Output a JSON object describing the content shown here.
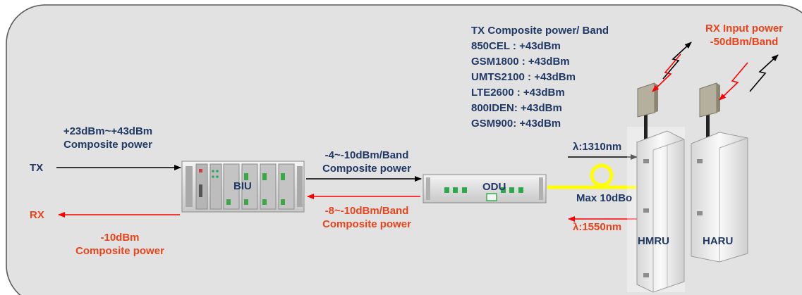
{
  "colors": {
    "background": "#e2e2e2",
    "blue_text": "#1f3864",
    "red_text": "#e8431a",
    "fiber": "#ffff00",
    "tx_arrow": "#000000",
    "rx_arrow": "#ff0000"
  },
  "left": {
    "tx_power_line1": "+23dBm~+43dBm",
    "tx_power_line2": "Composite power",
    "tx_label": "TX",
    "rx_label": "RX",
    "rx_power_line1": "-10dBm",
    "rx_power_line2": "Composite power"
  },
  "biu": {
    "label": "BIU"
  },
  "middle": {
    "tx_line1": "-4~-10dBm/Band",
    "tx_line2": "Composite power",
    "rx_line1": "-8~-10dBm/Band",
    "rx_line2": "Composite power"
  },
  "odu": {
    "label": "ODU"
  },
  "fiber": {
    "tx_wavelength": "λ:1310nm",
    "max_loss": "Max 10dBo",
    "rx_wavelength": "λ:1550nm"
  },
  "tx_power": {
    "title": "TX Composite power/ Band",
    "bands": [
      "850CEL : +43dBm",
      "GSM1800 : +43dBm",
      "UMTS2100 : +43dBm",
      "LTE2600 : +43dBm",
      "800IDEN: +43dBm",
      "GSM900: +43dBm"
    ]
  },
  "rx_input": {
    "line1": "RX Input power",
    "line2": "-50dBm/Band"
  },
  "hmru": {
    "label": "HMRU"
  },
  "haru": {
    "label": "HARU"
  }
}
